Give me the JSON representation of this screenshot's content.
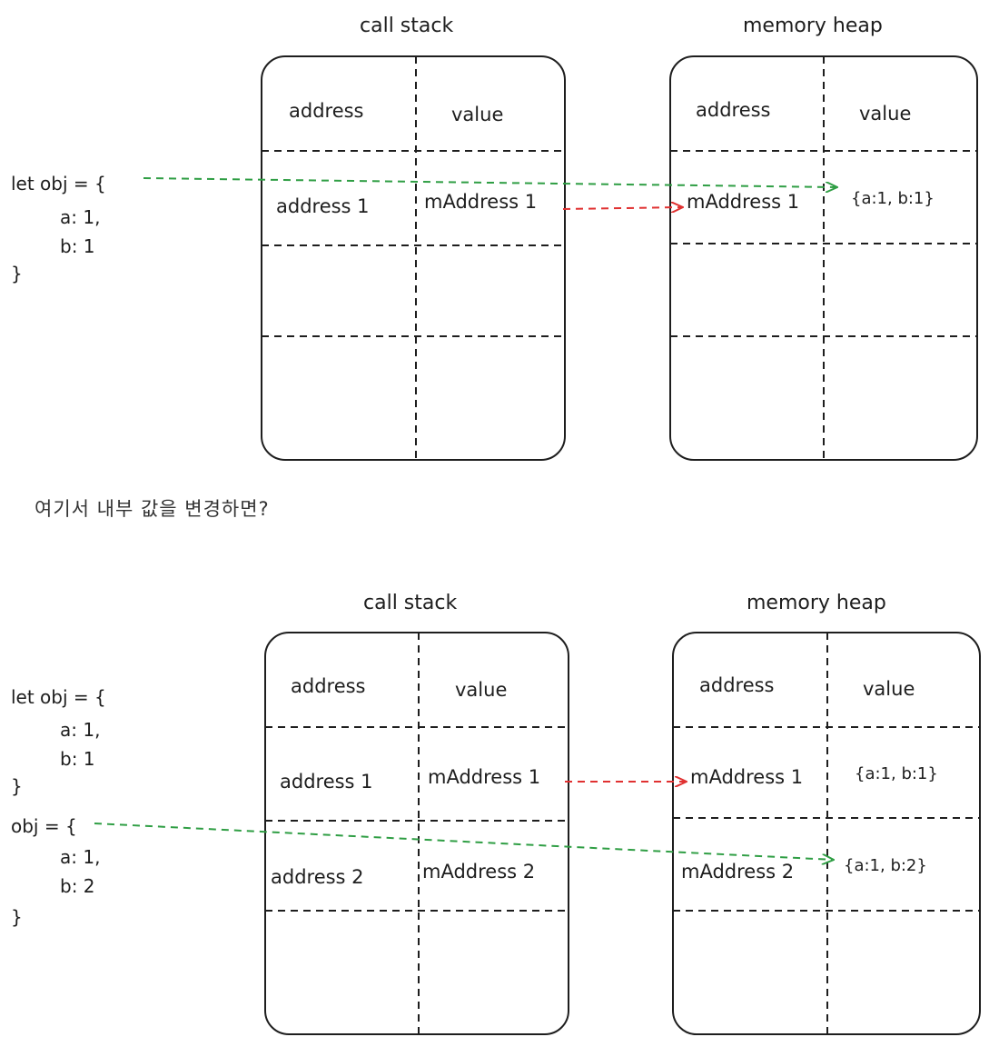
{
  "colors": {
    "ink": "#1e1e1e",
    "green_arrow": "#2f9e44",
    "red_arrow": "#e03131"
  },
  "top": {
    "code": [
      "let obj = {",
      "a: 1,",
      "b: 1",
      "}"
    ],
    "stack": {
      "title": "call stack",
      "header": {
        "address": "address",
        "value": "value"
      },
      "rows": [
        {
          "address": "address 1",
          "value": "mAddress 1"
        }
      ]
    },
    "heap": {
      "title": "memory heap",
      "header": {
        "address": "address",
        "value": "value"
      },
      "rows": [
        {
          "address": "mAddress 1",
          "value": "{a:1, b:1}"
        }
      ]
    }
  },
  "caption": "여기서 내부 값을 변경하면?",
  "bottom": {
    "code": [
      "let obj = {",
      "a: 1,",
      "b: 1",
      "}",
      "obj = {",
      "a: 1,",
      "b: 2",
      "}"
    ],
    "stack": {
      "title": "call stack",
      "header": {
        "address": "address",
        "value": "value"
      },
      "rows": [
        {
          "address": "address 1",
          "value": "mAddress 1"
        },
        {
          "address": "address 2",
          "value": "mAddress 2"
        }
      ]
    },
    "heap": {
      "title": "memory heap",
      "header": {
        "address": "address",
        "value": "value"
      },
      "rows": [
        {
          "address": "mAddress 1",
          "value": "{a:1, b:1}"
        },
        {
          "address": "mAddress 2",
          "value": "{a:1, b:2}"
        }
      ]
    }
  }
}
